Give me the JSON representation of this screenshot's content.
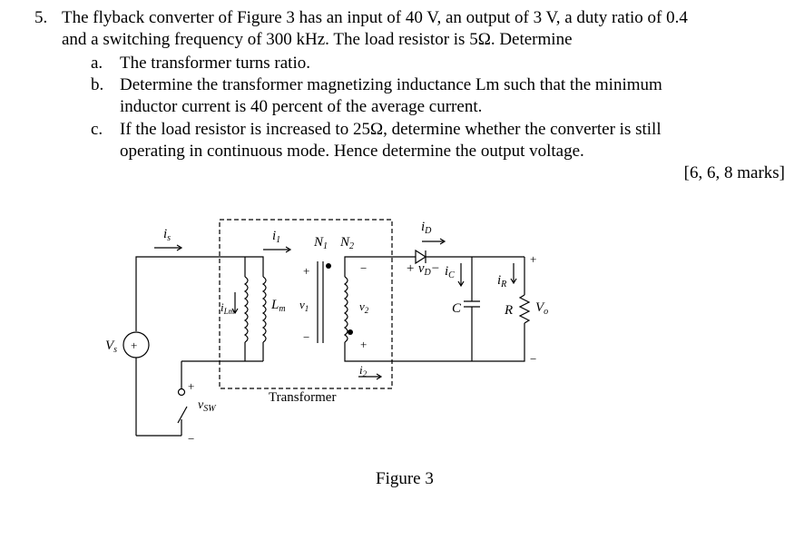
{
  "question": {
    "number": "5.",
    "intro_line1": "The flyback converter of Figure 3 has an input of 40 V, an output of 3 V, a duty ratio of 0.4",
    "intro_line2": "and a switching frequency of 300 kHz. The load resistor is 5Ω. Determine",
    "parts": [
      {
        "letter": "a.",
        "lines": [
          "The transformer turns ratio."
        ]
      },
      {
        "letter": "b.",
        "lines": [
          "Determine the transformer magnetizing inductance Lm such that the minimum",
          "inductor current is 40 percent of the average current."
        ]
      },
      {
        "letter": "c.",
        "lines": [
          "If the load resistor is increased to 25Ω, determine whether the converter is still",
          "operating in continuous mode. Hence determine the output voltage."
        ]
      }
    ],
    "marks": "[6, 6, 8 marks]"
  },
  "figure": {
    "caption": "Figure 3",
    "transformer_label": "Transformer",
    "labels": {
      "is": "i",
      "is_sub": "s",
      "i1": "i",
      "i1_sub": "1",
      "N1": "N",
      "N1_sub": "1",
      "N2": "N",
      "N2_sub": "2",
      "iD": "i",
      "iD_sub": "D",
      "vD": "+ v",
      "vD_sub": "D",
      "vD_minus": "−",
      "iC": "i",
      "iC_sub": "C",
      "iR": "i",
      "iR_sub": "R",
      "iLm": "i",
      "iLm_sub": "Lm",
      "Lm": "L",
      "Lm_sub": "m",
      "v1": "v",
      "v1_sub": "1",
      "v2": "v",
      "v2_sub": "2",
      "C": "C",
      "R": "R",
      "Vo": "V",
      "Vo_sub": "o",
      "Vs": "V",
      "Vs_sub": "s",
      "vsw": "v",
      "vsw_sub": "SW",
      "i2": "i",
      "i2_sub": "2",
      "plus": "+",
      "minus": "−"
    }
  }
}
